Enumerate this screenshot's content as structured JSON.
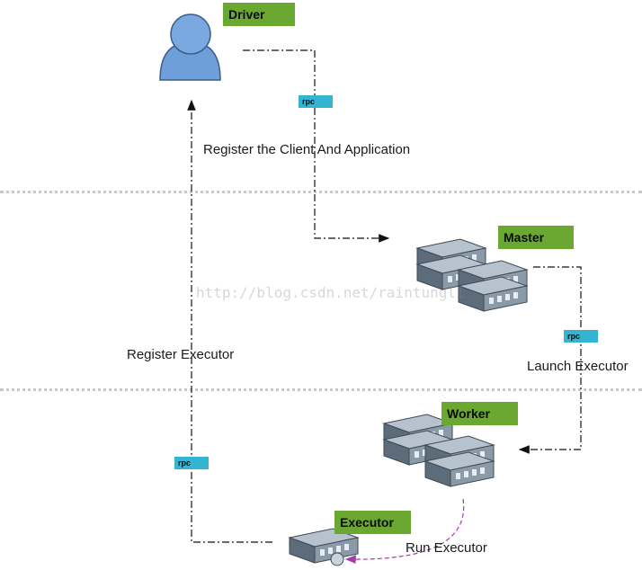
{
  "nodes": {
    "driver": "Driver",
    "master": "Master",
    "worker": "Worker",
    "executor": "Executor"
  },
  "rpc_labels": [
    "rpc",
    "rpc",
    "rpc"
  ],
  "edges": {
    "register_app": "Register the Client And Application",
    "launch_executor": "Launch Executor",
    "register_executor": "Register Executor",
    "run_executor": "Run Executor"
  },
  "watermark": "http://blog.csdn.net/raintungli",
  "colors": {
    "tag_green": "#6aa832",
    "rpc_blue": "#33b5d1",
    "server_body": "#7d8e9e",
    "user_blue": "#6f9fd8",
    "run_arrow": "#a23aa8"
  }
}
